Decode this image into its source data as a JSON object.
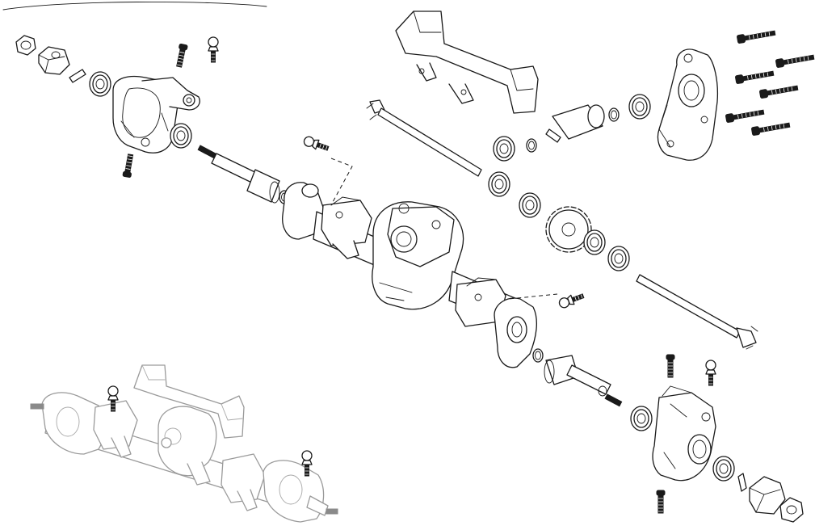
{
  "diagram": {
    "type": "exploded-assembly",
    "labels": [],
    "colors": {
      "line": "#1a1a1a",
      "ghost": "#9a9a9a",
      "background": "#ffffff"
    },
    "parts": [
      "hex-nut",
      "wheel-hex",
      "pin",
      "bearing",
      "steering-knuckle",
      "c-hub",
      "screw",
      "ball-stud",
      "axle-shaft",
      "axle-housing",
      "gear-cover",
      "pinion-gear",
      "spur-gear",
      "drive-shaft",
      "servo-mount",
      "assembled-axle"
    ]
  }
}
